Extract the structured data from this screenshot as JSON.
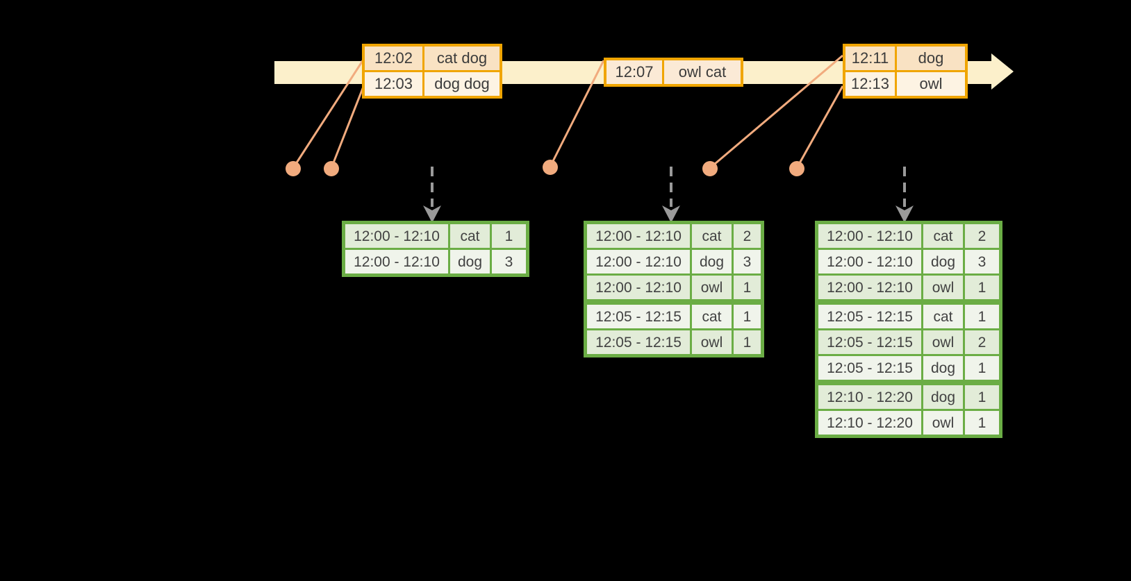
{
  "timeline": {
    "band_color": "#fcf0cb",
    "border_color": "#f0a500",
    "events": [
      {
        "rows": [
          {
            "time": "12:02",
            "words": "cat dog"
          },
          {
            "time": "12:03",
            "words": "dog dog"
          }
        ]
      },
      {
        "rows": [
          {
            "time": "12:07",
            "words": "owl cat"
          }
        ]
      },
      {
        "rows": [
          {
            "time": "12:11",
            "words": "dog"
          },
          {
            "time": "12:13",
            "words": "owl"
          }
        ]
      }
    ]
  },
  "connectors": {
    "dot_color": "#f1ab7e",
    "line_color": "#f1ab7e",
    "trigger_arrow_color": "#9a9a9a"
  },
  "result_tables": [
    {
      "rows": [
        {
          "window": "12:00 - 12:10",
          "word": "cat",
          "count": "1"
        },
        {
          "window": "12:00 - 12:10",
          "word": "dog",
          "count": "3"
        }
      ],
      "group_starts": []
    },
    {
      "rows": [
        {
          "window": "12:00 - 12:10",
          "word": "cat",
          "count": "2"
        },
        {
          "window": "12:00 - 12:10",
          "word": "dog",
          "count": "3"
        },
        {
          "window": "12:00 - 12:10",
          "word": "owl",
          "count": "1"
        },
        {
          "window": "12:05 - 12:15",
          "word": "cat",
          "count": "1"
        },
        {
          "window": "12:05 - 12:15",
          "word": "owl",
          "count": "1"
        }
      ],
      "group_starts": [
        3
      ]
    },
    {
      "rows": [
        {
          "window": "12:00 - 12:10",
          "word": "cat",
          "count": "2"
        },
        {
          "window": "12:00 - 12:10",
          "word": "dog",
          "count": "3"
        },
        {
          "window": "12:00 - 12:10",
          "word": "owl",
          "count": "1"
        },
        {
          "window": "12:05 - 12:15",
          "word": "cat",
          "count": "1"
        },
        {
          "window": "12:05 - 12:15",
          "word": "owl",
          "count": "2"
        },
        {
          "window": "12:05 - 12:15",
          "word": "dog",
          "count": "1"
        },
        {
          "window": "12:10 - 12:20",
          "word": "dog",
          "count": "1"
        },
        {
          "window": "12:10 - 12:20",
          "word": "owl",
          "count": "1"
        }
      ],
      "group_starts": [
        3,
        6
      ]
    }
  ],
  "colors": {
    "background": "#000000",
    "result_border": "#6bad45",
    "result_row_dark": "#e2ecd8",
    "result_row_light": "#f0f4eb",
    "event_row_dark": "#f9e2c3",
    "event_row_light": "#fdf3e3"
  }
}
